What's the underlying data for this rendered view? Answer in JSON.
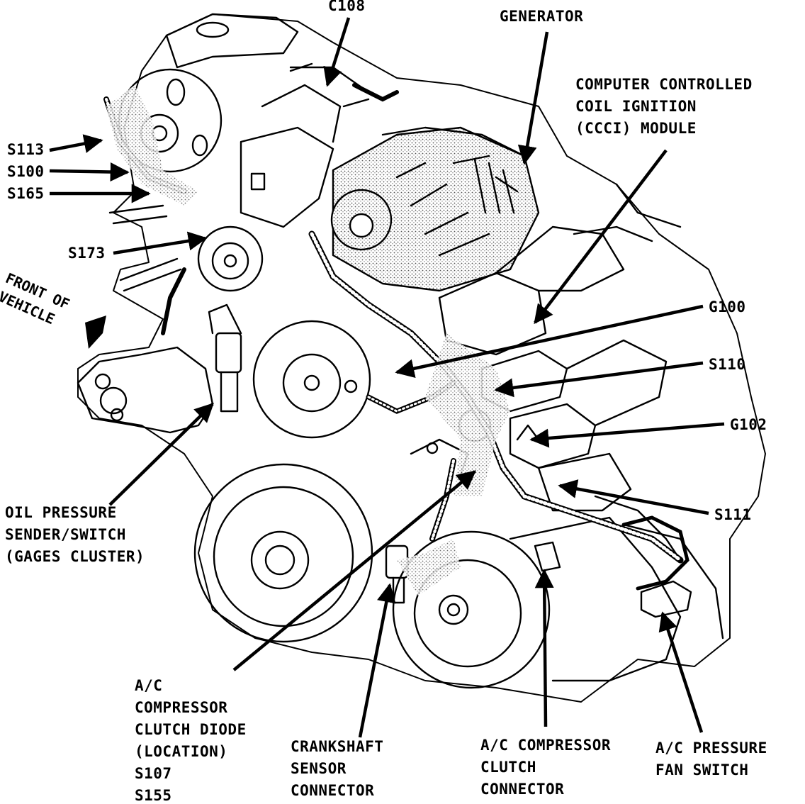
{
  "labels": {
    "c108": "C108",
    "generator": "GENERATOR",
    "ccci": [
      "COMPUTER CONTROLLED",
      "COIL IGNITION",
      "(CCCI) MODULE"
    ],
    "s113": "S113",
    "s100": "S100",
    "s165": "S165",
    "s173": "S173",
    "front_of_vehicle": [
      "FRONT OF",
      "VEHICLE"
    ],
    "g100": "G100",
    "s110": "S110",
    "g102": "G102",
    "s111": "S111",
    "oil_pressure": [
      "OIL PRESSURE",
      "SENDER/SWITCH",
      "(GAGES CLUSTER)"
    ],
    "ac_diode": [
      "A/C",
      "COMPRESSOR",
      "CLUTCH DIODE",
      "(LOCATION)",
      "S107",
      "S155"
    ],
    "crankshaft": [
      "CRANKSHAFT",
      "SENSOR",
      "CONNECTOR"
    ],
    "ac_clutch_connector": [
      "A/C COMPRESSOR",
      "CLUTCH",
      "CONNECTOR"
    ],
    "ac_pressure_switch": [
      "A/C PRESSURE",
      "FAN SWITCH"
    ]
  },
  "colors": {
    "ink": "#000000",
    "paper": "#ffffff",
    "stipple": "#9a9a9a"
  }
}
